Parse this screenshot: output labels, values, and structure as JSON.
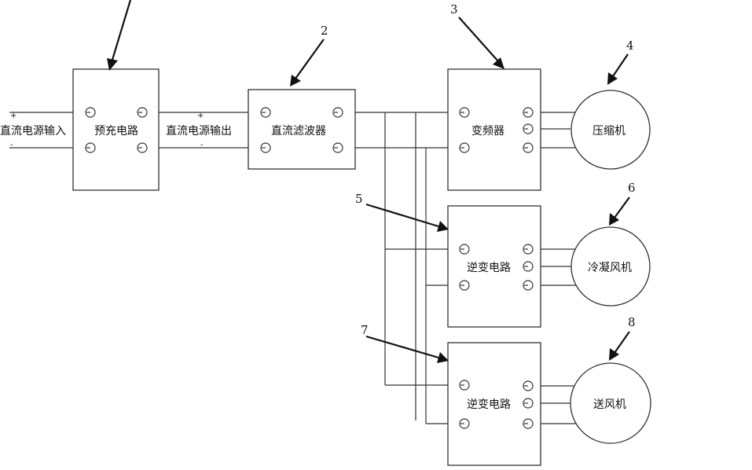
{
  "labels": {
    "dc_input": "直流电源输入",
    "precharge": "预充电路",
    "dc_output": "直流电源输出",
    "dc_filter": "直流滤波器",
    "inverter_vfd": "变频器",
    "compressor": "压缩机",
    "inverter_circuit_1": "逆变电路",
    "condenser_fan": "冷凝风机",
    "inverter_circuit_2": "逆变电路",
    "supply_fan": "送风机"
  },
  "signs": {
    "plus": "+",
    "minus": "-"
  },
  "refs": {
    "r2": "2",
    "r3": "3",
    "r4": "4",
    "r5": "5",
    "r6": "6",
    "r7": "7",
    "r8": "8"
  }
}
